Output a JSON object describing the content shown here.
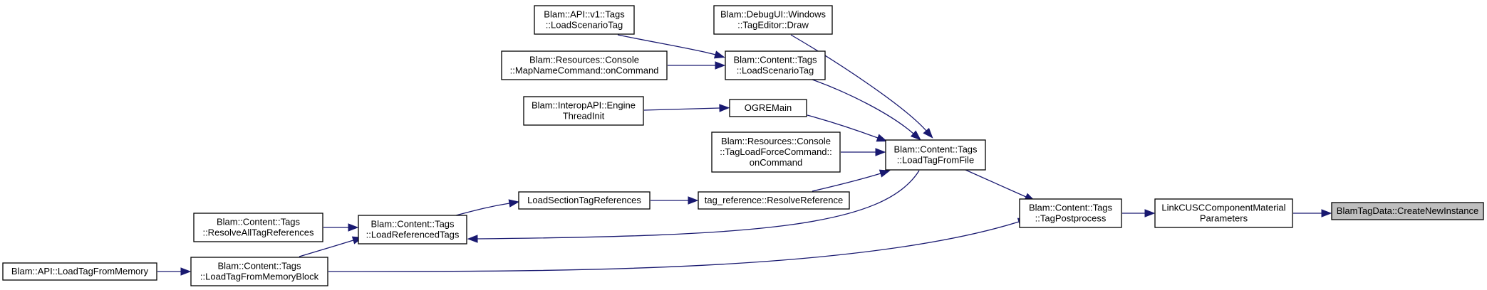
{
  "graph": {
    "nodes": [
      {
        "id": "create_new_instance",
        "lines": [
          "BlamTagData::CreateNewInstance"
        ],
        "root": true
      },
      {
        "id": "link_cusc",
        "lines": [
          "LinkCUSCComponentMaterial",
          "Parameters"
        ]
      },
      {
        "id": "tag_postprocess",
        "lines": [
          "Blam::Content::Tags",
          "::TagPostprocess"
        ]
      },
      {
        "id": "load_tag_from_file",
        "lines": [
          "Blam::Content::Tags",
          "::LoadTagFromFile"
        ]
      },
      {
        "id": "load_tag_from_memory_block",
        "lines": [
          "Blam::Content::Tags",
          "::LoadTagFromMemoryBlock"
        ]
      },
      {
        "id": "api_load_tag_from_memory",
        "lines": [
          "Blam::API::LoadTagFromMemory"
        ]
      },
      {
        "id": "load_referenced_tags",
        "lines": [
          "Blam::Content::Tags",
          "::LoadReferencedTags"
        ]
      },
      {
        "id": "resolve_all_tag_references",
        "lines": [
          "Blam::Content::Tags",
          "::ResolveAllTagReferences"
        ]
      },
      {
        "id": "load_section_tag_references",
        "lines": [
          "LoadSectionTagReferences"
        ]
      },
      {
        "id": "resolve_reference",
        "lines": [
          "tag_reference::ResolveReference"
        ]
      },
      {
        "id": "tag_load_force_command",
        "lines": [
          "Blam::Resources::Console",
          "::TagLoadForceCommand::",
          "onCommand"
        ]
      },
      {
        "id": "ogre_main",
        "lines": [
          "OGREMain"
        ]
      },
      {
        "id": "engine_thread_init",
        "lines": [
          "Blam::InteropAPI::Engine",
          "ThreadInit"
        ]
      },
      {
        "id": "content_load_scenario_tag",
        "lines": [
          "Blam::Content::Tags",
          "::LoadScenarioTag"
        ]
      },
      {
        "id": "map_name_command",
        "lines": [
          "Blam::Resources::Console",
          "::MapNameCommand::onCommand"
        ]
      },
      {
        "id": "api_v1_load_scenario_tag",
        "lines": [
          "Blam::API::v1::Tags",
          "::LoadScenarioTag"
        ]
      },
      {
        "id": "tag_editor_draw",
        "lines": [
          "Blam::DebugUI::Windows",
          "::TagEditor::Draw"
        ]
      }
    ],
    "edges": [
      {
        "from": "link_cusc",
        "to": "create_new_instance"
      },
      {
        "from": "tag_postprocess",
        "to": "link_cusc"
      },
      {
        "from": "load_tag_from_file",
        "to": "tag_postprocess"
      },
      {
        "from": "load_tag_from_memory_block",
        "to": "tag_postprocess"
      },
      {
        "from": "api_load_tag_from_memory",
        "to": "load_tag_from_memory_block"
      },
      {
        "from": "load_tag_from_memory_block",
        "to": "load_referenced_tags"
      },
      {
        "from": "load_tag_from_file",
        "to": "load_referenced_tags"
      },
      {
        "from": "resolve_all_tag_references",
        "to": "load_referenced_tags"
      },
      {
        "from": "load_referenced_tags",
        "to": "load_section_tag_references"
      },
      {
        "from": "load_section_tag_references",
        "to": "resolve_reference"
      },
      {
        "from": "resolve_reference",
        "to": "load_tag_from_file"
      },
      {
        "from": "tag_load_force_command",
        "to": "load_tag_from_file"
      },
      {
        "from": "ogre_main",
        "to": "load_tag_from_file"
      },
      {
        "from": "engine_thread_init",
        "to": "ogre_main"
      },
      {
        "from": "content_load_scenario_tag",
        "to": "load_tag_from_file"
      },
      {
        "from": "map_name_command",
        "to": "content_load_scenario_tag"
      },
      {
        "from": "api_v1_load_scenario_tag",
        "to": "content_load_scenario_tag"
      },
      {
        "from": "tag_editor_draw",
        "to": "load_tag_from_file"
      }
    ]
  }
}
